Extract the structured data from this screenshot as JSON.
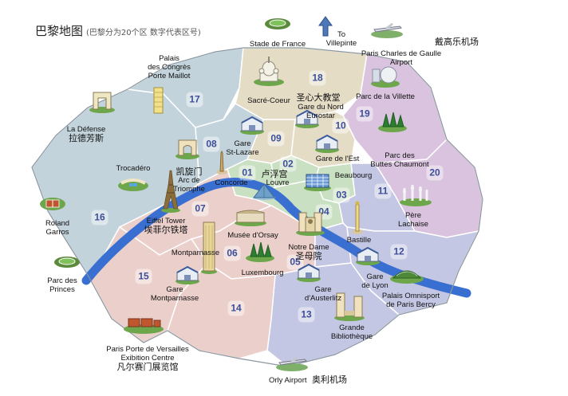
{
  "title": "巴黎地图",
  "subtitle": "(巴黎分为20个区 数字代表区号)",
  "colors": {
    "ring": "#ffffff",
    "river": "#3a6fd2",
    "outline": "#8a96a0",
    "zone_bluegray": "#c3d3db",
    "zone_pink": "#ebcfcb",
    "zone_lavender": "#d9c3de",
    "zone_beige": "#e5dcc6",
    "zone_green": "#c9e0c2",
    "zone_periwinkle": "#c4c7e4",
    "number_color": "#3c4e9a"
  },
  "arrondissements": [
    "01",
    "02",
    "03",
    "04",
    "05",
    "06",
    "07",
    "08",
    "09",
    "10",
    "11",
    "12",
    "13",
    "14",
    "15",
    "16",
    "17",
    "18",
    "19",
    "20"
  ],
  "landmarks": [
    {
      "key": "stade",
      "icon": "stadium-icon",
      "lines": [
        "Stade de France"
      ]
    },
    {
      "key": "villepinte",
      "icon": "direction-arrow-icon",
      "lines": [
        "To",
        "Villepinte"
      ]
    },
    {
      "key": "cdg",
      "icon": "airplane-icon",
      "zh": "戴高乐机场",
      "lines": [
        "Paris Charles de Gaulle",
        "Airport"
      ]
    },
    {
      "key": "congres",
      "icon": "building-icon",
      "lines": [
        "Palais",
        "des Congrès",
        "Porte Maillot"
      ]
    },
    {
      "key": "defense",
      "icon": "grande-arche-icon",
      "lines": [
        "La Défense"
      ],
      "zh_below": "拉德芳斯"
    },
    {
      "key": "sacre",
      "icon": "basilica-icon",
      "lines": [
        "Sacré-Coeur"
      ]
    },
    {
      "key": "sacre_zh",
      "zh": "圣心大教堂"
    },
    {
      "key": "nord",
      "icon": "train-station-icon",
      "lines": [
        "Gare du Nord",
        "Eurostar"
      ]
    },
    {
      "key": "villette",
      "icon": "geode-icon",
      "lines": [
        "Parc de la Villette"
      ]
    },
    {
      "key": "arc",
      "icon": "arc-de-triomphe-icon",
      "zh_above": "凯旋门",
      "lines": [
        "Arc de",
        "Triomphe"
      ]
    },
    {
      "key": "lazare",
      "icon": "train-station-icon",
      "lines": [
        "Gare",
        "St-Lazare"
      ]
    },
    {
      "key": "est",
      "icon": "train-station-icon",
      "lines": [
        "Gare de l'Est"
      ]
    },
    {
      "key": "buttes",
      "icon": "park-trees-icon",
      "lines": [
        "Parc des",
        "Buttes Chaumont"
      ]
    },
    {
      "key": "trocadero",
      "icon": "trocadero-icon",
      "lines": [
        "Trocadéro"
      ]
    },
    {
      "key": "concorde",
      "icon": "obelisk-icon",
      "lines": [
        "Concorde"
      ]
    },
    {
      "key": "louvre",
      "icon": "pyramid-icon",
      "lines": [
        "Louvre"
      ]
    },
    {
      "key": "louvre_zh",
      "zh": "卢浮宫"
    },
    {
      "key": "beaubourg",
      "icon": "pompidou-icon",
      "lines": [
        "Beaubourg"
      ]
    },
    {
      "key": "eiffel",
      "icon": "eiffel-tower-icon",
      "lines": [
        "Eiffel Tower"
      ],
      "zh_below": "埃菲尔铁塔"
    },
    {
      "key": "orsay",
      "icon": "museum-icon",
      "lines": [
        "Musée d'Orsay"
      ]
    },
    {
      "key": "notredame",
      "icon": "cathedral-icon",
      "lines": [
        "Notre Dame"
      ],
      "zh_below": "圣母院"
    },
    {
      "key": "bastille",
      "icon": "column-icon",
      "lines": [
        "Bastille"
      ]
    },
    {
      "key": "lachaise",
      "icon": "cemetery-icon",
      "lines": [
        "Père",
        "Lachaise"
      ]
    },
    {
      "key": "garros",
      "icon": "tennis-court-icon",
      "lines": [
        "Roland",
        "Garros"
      ]
    },
    {
      "key": "princes",
      "icon": "stadium-icon",
      "lines": [
        "Parc des",
        "Princes"
      ]
    },
    {
      "key": "montparnasse",
      "icon": "tower-icon",
      "lines": [
        "Montparnasse"
      ]
    },
    {
      "key": "luxembourg",
      "icon": "park-trees-icon",
      "lines": [
        "Luxembourg"
      ]
    },
    {
      "key": "garemont",
      "icon": "train-station-icon",
      "lines": [
        "Gare",
        "Montparnasse"
      ]
    },
    {
      "key": "austerlitz",
      "icon": "train-station-icon",
      "lines": [
        "Gare",
        "d'Austerlitz"
      ]
    },
    {
      "key": "lyon",
      "icon": "train-station-icon",
      "lines": [
        "Gare",
        "de Lyon"
      ]
    },
    {
      "key": "bercy",
      "icon": "arena-icon",
      "lines": [
        "Palais Omnisport",
        "de Paris Bercy"
      ]
    },
    {
      "key": "bibliotheque",
      "icon": "library-icon",
      "lines": [
        "Grande",
        "Bibliothèque"
      ]
    },
    {
      "key": "versailles",
      "icon": "exhibition-hall-icon",
      "lines": [
        "Paris Porte de Versailles",
        "Exibition Centre"
      ],
      "zh_below": "凡尔赛门展览馆"
    },
    {
      "key": "orly",
      "icon": "airplane-icon",
      "lines": [
        "Orly Airport"
      ],
      "zh_inline": "奥利机场"
    }
  ]
}
